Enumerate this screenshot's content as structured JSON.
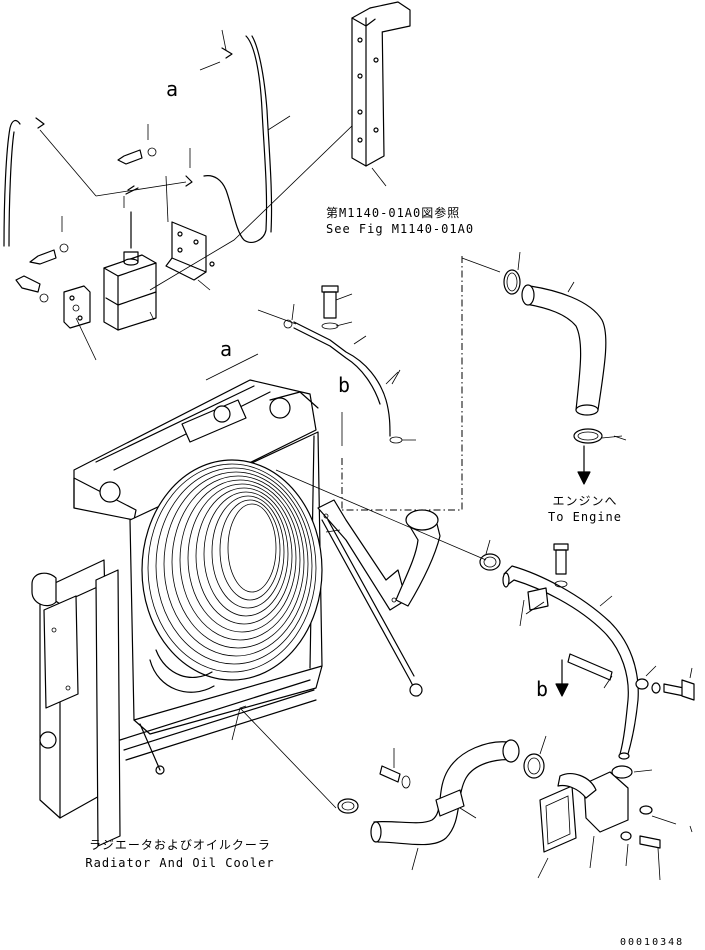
{
  "references": {
    "fig_ref_jp": "第M1140-01A0図参照",
    "fig_ref_en": "See Fig M1140-01A0",
    "engine_jp": "エンジンへ",
    "engine_en": "To Engine",
    "radiator_jp": "ラジエータおよびオイルクーラ",
    "radiator_en": "Radiator And Oil Cooler"
  },
  "markers": {
    "a_top": "a",
    "a_mid": "a",
    "b_mid": "b",
    "b_right": "b"
  },
  "drawing_number": "00010348"
}
